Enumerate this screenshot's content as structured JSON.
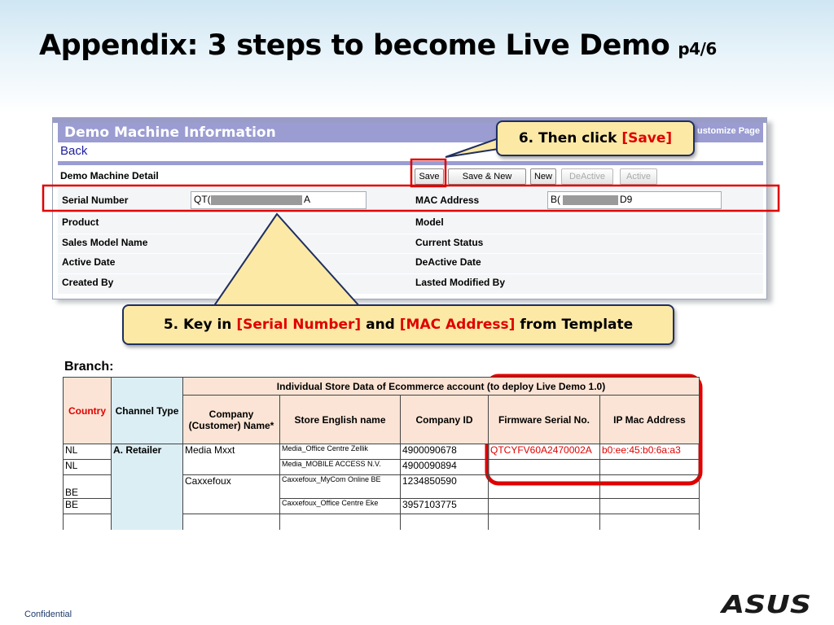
{
  "slide": {
    "title": "Appendix: 3 steps to become Live Demo",
    "page": "p4/6",
    "confidential": "Confidential",
    "logo_text": "ASUS"
  },
  "app": {
    "header_title": "Demo Machine Information",
    "customize_link": "ustomize Page",
    "back_link": "Back",
    "section_label": "Demo Machine Detail",
    "buttons": {
      "save": "Save",
      "save_new": "Save & New",
      "new": "New",
      "deactive": "DeActive",
      "active": "Active"
    },
    "fields": {
      "serial_label": "Serial Number",
      "serial_prefix": "QT(",
      "serial_suffix": "A",
      "mac_label": "MAC Address",
      "mac_prefix": "B(",
      "mac_suffix": "D9",
      "product_label": "Product",
      "model_label": "Model",
      "sales_model_label": "Sales Model Name",
      "current_status_label": "Current Status",
      "active_date_label": "Active Date",
      "deactive_date_label": "DeActive Date",
      "created_by_label": "Created By",
      "modified_by_label": "Lasted Modified By"
    }
  },
  "callouts": {
    "save": {
      "prefix": "6. Then click ",
      "highlight": "[Save]"
    },
    "keyin": {
      "prefix": "5. Key in ",
      "serial": "[Serial Number]",
      "mid": " and ",
      "mac": "[MAC Address]",
      "suffix": " from Template"
    }
  },
  "branch": {
    "title": "Branch:",
    "group_header": "Individual Store Data of Ecommerce account (to deploy Live Demo 1.0)",
    "headers": {
      "country": "Country",
      "channel": "Channel Type",
      "company": "Company (Customer) Name*",
      "store": "Store English name",
      "company_id": "Company ID",
      "firmware": "Firmware Serial No.",
      "ipmac": "IP Mac Address"
    },
    "channel_value": "A. Retailer",
    "rows": [
      {
        "country": "NL",
        "company": "Media Mxxt",
        "store": "Media_Office Centre Zellik",
        "company_id": "4900090678",
        "firmware": "QTCYFV60A2470002A",
        "ipmac": "b0:ee:45:b0:6a:a3"
      },
      {
        "country": "NL",
        "company": "",
        "store": "Media_MOBILE ACCESS N.V.",
        "company_id": "4900090894",
        "firmware": "",
        "ipmac": ""
      },
      {
        "country": "BE",
        "company": "Caxxefoux",
        "store": "Caxxefoux_MyCom Online BE",
        "company_id": "1234850590",
        "firmware": "",
        "ipmac": ""
      },
      {
        "country": "BE",
        "company": "",
        "store": "Caxxefoux_Office Centre Eke",
        "company_id": "3957103775",
        "firmware": "",
        "ipmac": ""
      },
      {
        "country": "",
        "company": "",
        "store": "",
        "company_id": "",
        "firmware": "",
        "ipmac": ""
      }
    ]
  },
  "colors": {
    "header_bar": "#9a9cd2",
    "callout_fill": "#fde9a6",
    "callout_border": "#1f2f5f",
    "highlight_red": "#e00000",
    "table_header": "#fbe4d5",
    "channel_fill": "#dbeef4"
  }
}
